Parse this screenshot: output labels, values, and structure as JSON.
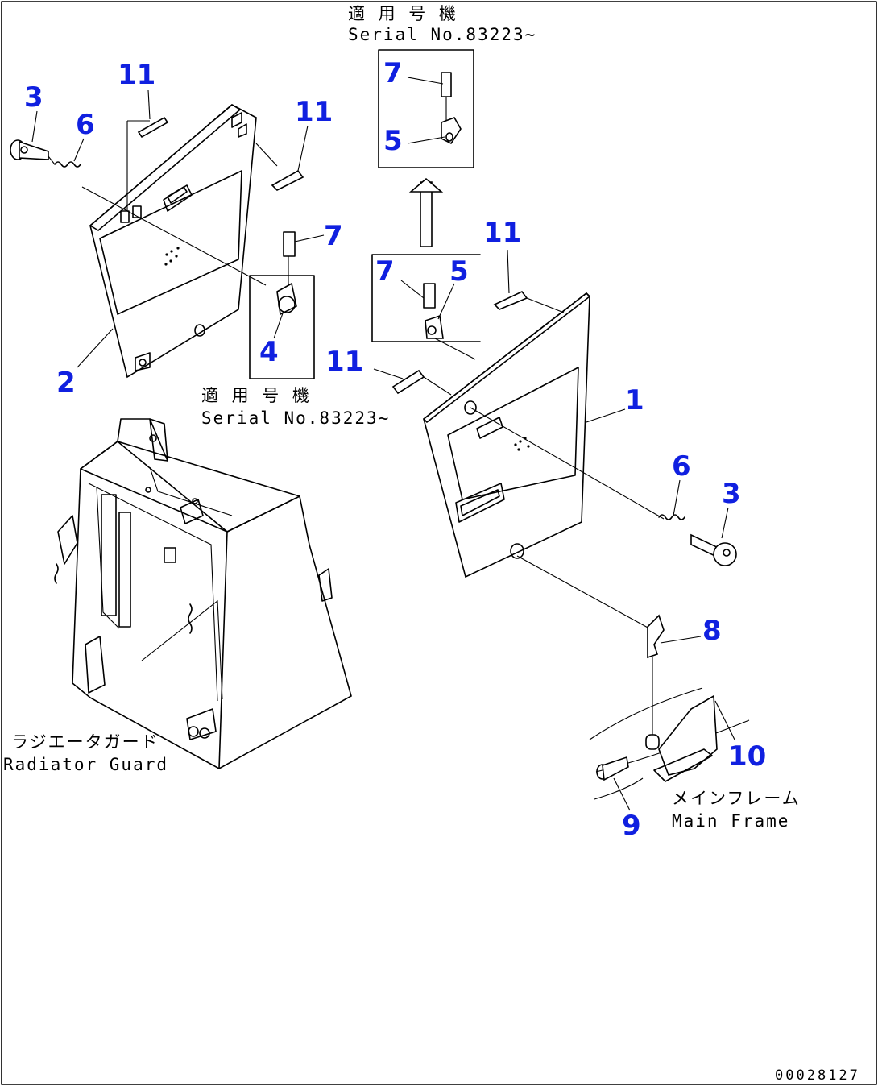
{
  "serial_note_top": {
    "jp": "適 用 号 機",
    "en": "Serial No.83223~"
  },
  "serial_note_left": {
    "jp": "適 用 号 機",
    "en": "Serial No.83223~"
  },
  "radiator_guard_label": {
    "jp": "ラジエータガード",
    "en": "Radiator Guard"
  },
  "main_frame_label": {
    "jp": "メインフレーム",
    "en": "Main Frame"
  },
  "drawing_code": "00028127",
  "callouts": {
    "c1": "1",
    "c2": "2",
    "c3a": "3",
    "c3b": "3",
    "c4": "4",
    "c5a": "5",
    "c5b": "5",
    "c6a": "6",
    "c6b": "6",
    "c7a": "7",
    "c7b": "7",
    "c7c": "7",
    "c8": "8",
    "c9": "9",
    "c10": "10",
    "c11a": "11",
    "c11b": "11",
    "c11c": "11",
    "c11d": "11"
  },
  "colors": {
    "callout": "#1020e0",
    "line": "#000000",
    "background": "#ffffff"
  }
}
